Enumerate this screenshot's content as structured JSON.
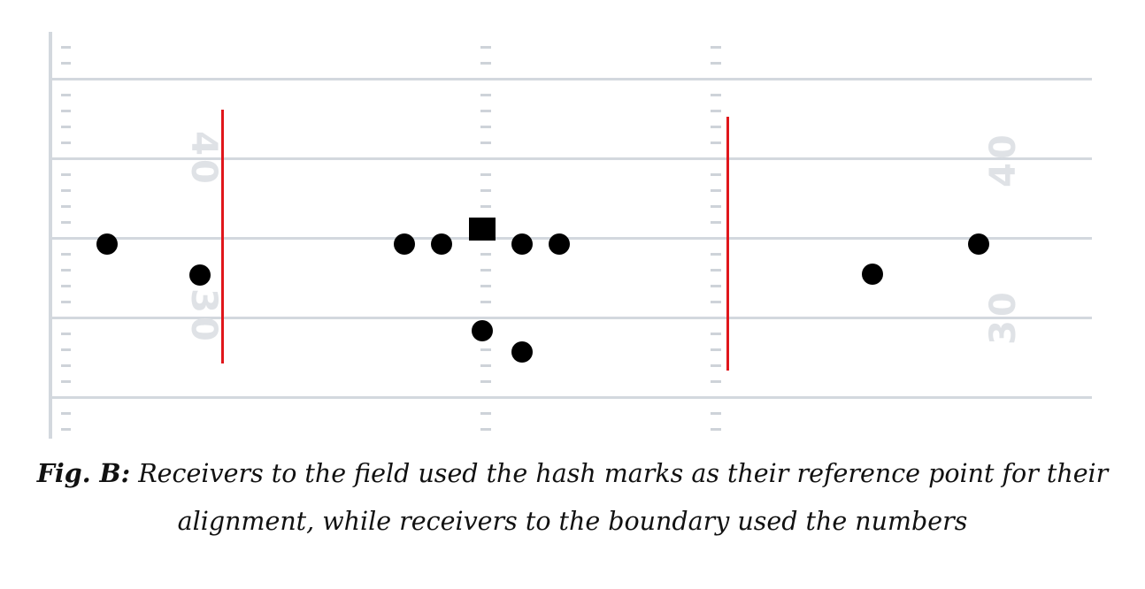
{
  "field": {
    "numbers": {
      "left_upper": "40",
      "left_lower": "30",
      "right_upper": "40",
      "right_lower": "30"
    },
    "colors": {
      "yard_line": "#d3d8de",
      "hash_mark": "#ced3d9",
      "number": "#dfe2e6",
      "reference_line": "#e0161b",
      "player": "#000000"
    }
  },
  "players": [
    {
      "role": "receiver",
      "shape": "circle"
    },
    {
      "role": "receiver",
      "shape": "circle"
    },
    {
      "role": "lineman",
      "shape": "circle"
    },
    {
      "role": "lineman",
      "shape": "circle"
    },
    {
      "role": "center",
      "shape": "square"
    },
    {
      "role": "lineman",
      "shape": "circle"
    },
    {
      "role": "lineman",
      "shape": "circle"
    },
    {
      "role": "quarterback",
      "shape": "circle"
    },
    {
      "role": "running-back",
      "shape": "circle"
    },
    {
      "role": "receiver",
      "shape": "circle"
    },
    {
      "role": "receiver",
      "shape": "circle"
    }
  ],
  "caption": {
    "label": "Fig. B:",
    "line1": " Receivers to the field used the hash marks as their reference point for their",
    "line2": "alignment, while receivers to the boundary used the numbers"
  }
}
